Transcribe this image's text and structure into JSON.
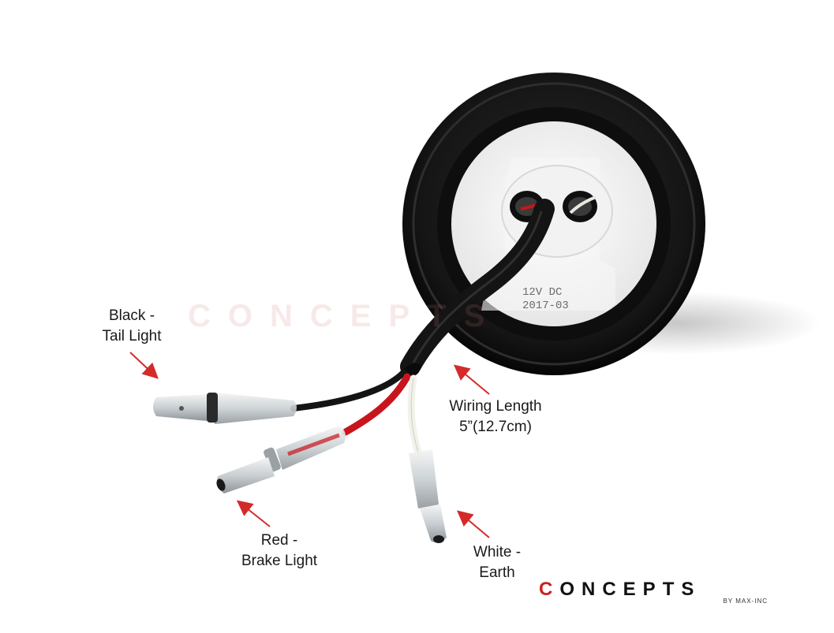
{
  "labels": {
    "black": {
      "line1": "Black -",
      "line2": "Tail Light"
    },
    "wiring": {
      "line1": "Wiring Length",
      "line2": "5”(12.7cm)"
    },
    "red": {
      "line1": "Red -",
      "line2": "Brake Light"
    },
    "white": {
      "line1": "White -",
      "line2": "Earth"
    }
  },
  "housing": {
    "line1": "12V DC",
    "line2": "2017-03"
  },
  "brand": {
    "first_letter": "C",
    "rest": "ONCEPTS",
    "tagline": "BY MAX-INC"
  },
  "watermark": "CONCEPTS",
  "colors": {
    "arrow": "#d42a2a",
    "wire_black": "#141414",
    "wire_red": "#c8151d",
    "wire_white": "#f2f2ea",
    "brand_accent": "#cc1f1f"
  }
}
